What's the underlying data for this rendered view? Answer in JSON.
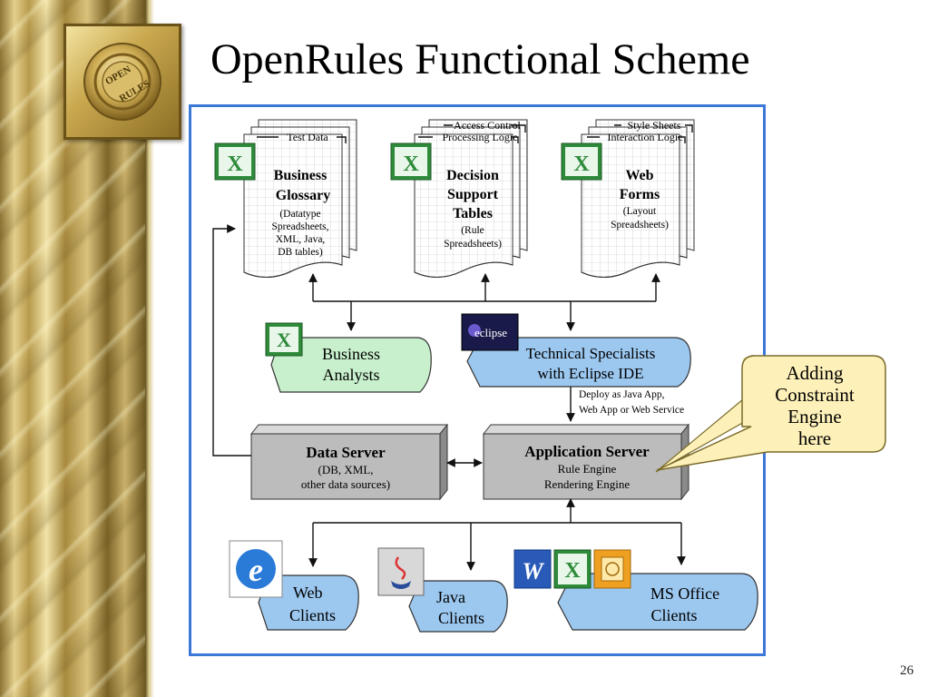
{
  "slide": {
    "title": "OpenRules Functional Scheme",
    "page_number": "26",
    "logo_text": [
      "OPEN",
      "RULES"
    ]
  },
  "diagram": {
    "documents": [
      {
        "tabs": [
          "Test Data"
        ],
        "lines": [
          "Business",
          "Glossary"
        ],
        "sublines": [
          "(Datatype",
          "Spreadsheets,",
          "XML, Java,",
          "DB tables)"
        ]
      },
      {
        "tabs": [
          "Access Control",
          "Processing Logic"
        ],
        "lines": [
          "Decision",
          "Support",
          "Tables"
        ],
        "sublines": [
          "(Rule",
          "Spreadsheets)"
        ]
      },
      {
        "tabs": [
          "Style Sheets",
          "Interaction Logic"
        ],
        "lines": [
          "Web",
          "Forms"
        ],
        "sublines": [
          "(Layout",
          "Spreadsheets)"
        ]
      }
    ],
    "roles": {
      "business_analysts": [
        "Business",
        "Analysts"
      ],
      "technical_specialists": [
        "Technical Specialists",
        "with Eclipse IDE"
      ],
      "eclipse_logo": "eclipse"
    },
    "deploy_note": [
      "Deploy as Java App,",
      "Web App or Web Service"
    ],
    "servers": {
      "data_server": {
        "title": "Data Server",
        "lines": [
          "(DB, XML,",
          "other data sources)"
        ]
      },
      "application_server": {
        "title": "Application Server",
        "lines": [
          "Rule Engine",
          "Rendering Engine"
        ]
      }
    },
    "clients": {
      "web": [
        "Web",
        "Clients"
      ],
      "java": [
        "Java",
        "Clients"
      ],
      "ms_office": [
        "MS Office",
        "Clients"
      ]
    },
    "callout": [
      "Adding",
      "Constraint",
      "Engine",
      "here"
    ],
    "colors": {
      "frame_border": "#3c78d8",
      "green_role": "#c8f0cc",
      "blue_role": "#9cc8f0",
      "server_gray": "#bcbcbc",
      "callout_fill": "#fdf0b8",
      "excel_green": "#2e8b3a"
    }
  }
}
